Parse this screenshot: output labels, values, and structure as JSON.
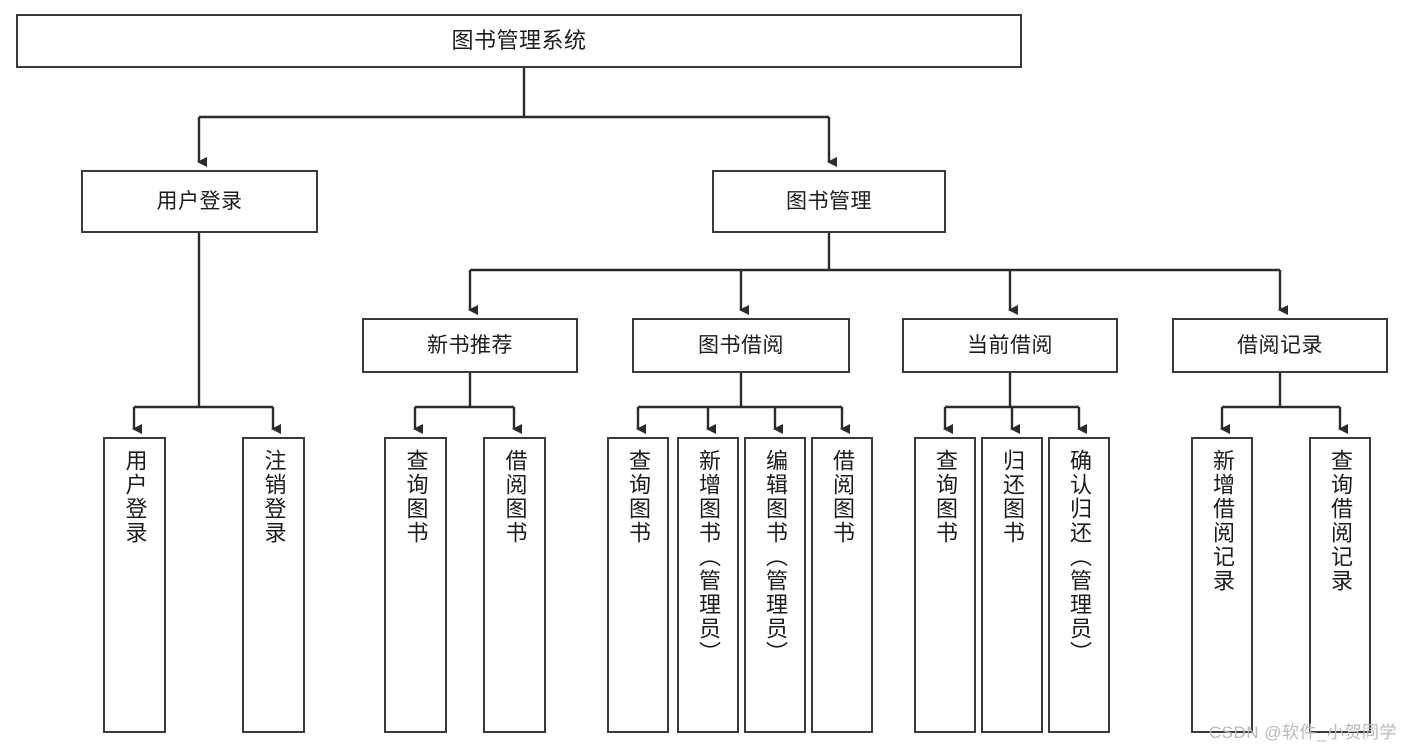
{
  "diagram": {
    "title": "图书管理系统",
    "type": "tree-hierarchy-chart",
    "colors": {
      "box_border": "#3a3a3a",
      "box_fill": "#ffffff",
      "edge": "#2b2b2b",
      "text": "#1c1c1c",
      "watermark": "#b9b9b9"
    },
    "nodes": {
      "root": {
        "label": "图书管理系统"
      },
      "level2": [
        {
          "id": "user-login",
          "label": "用户登录"
        },
        {
          "id": "book-manage",
          "label": "图书管理"
        }
      ],
      "level3": [
        {
          "id": "new-book-recommend",
          "label": "新书推荐"
        },
        {
          "id": "book-borrow",
          "label": "图书借阅"
        },
        {
          "id": "current-borrow",
          "label": "当前借阅"
        },
        {
          "id": "borrow-record",
          "label": "借阅记录"
        }
      ],
      "leaves": {
        "user_login": [
          {
            "id": "leaf-user-login",
            "label": "用户登录"
          },
          {
            "id": "leaf-logout-login",
            "label": "注销登录"
          }
        ],
        "new_book_recommend": [
          {
            "id": "leaf-query-book-1",
            "label": "查询图书"
          },
          {
            "id": "leaf-borrow-book-1",
            "label": "借阅图书"
          }
        ],
        "book_borrow": [
          {
            "id": "leaf-query-book-2",
            "label": "查询图书"
          },
          {
            "id": "leaf-add-book-admin",
            "label": "新增图书（管理员）"
          },
          {
            "id": "leaf-edit-book-admin",
            "label": "编辑图书（管理员）"
          },
          {
            "id": "leaf-borrow-book-2",
            "label": "借阅图书"
          }
        ],
        "current_borrow": [
          {
            "id": "leaf-query-book-3",
            "label": "查询图书"
          },
          {
            "id": "leaf-return-book",
            "label": "归还图书"
          },
          {
            "id": "leaf-confirm-return-admin",
            "label": "确认归还（管理员）"
          }
        ],
        "borrow_record": [
          {
            "id": "leaf-add-borrow-record",
            "label": "新增借阅记录"
          },
          {
            "id": "leaf-query-borrow-record",
            "label": "查询借阅记录"
          }
        ]
      }
    },
    "watermark": "CSDN @软件_小贺同学"
  }
}
